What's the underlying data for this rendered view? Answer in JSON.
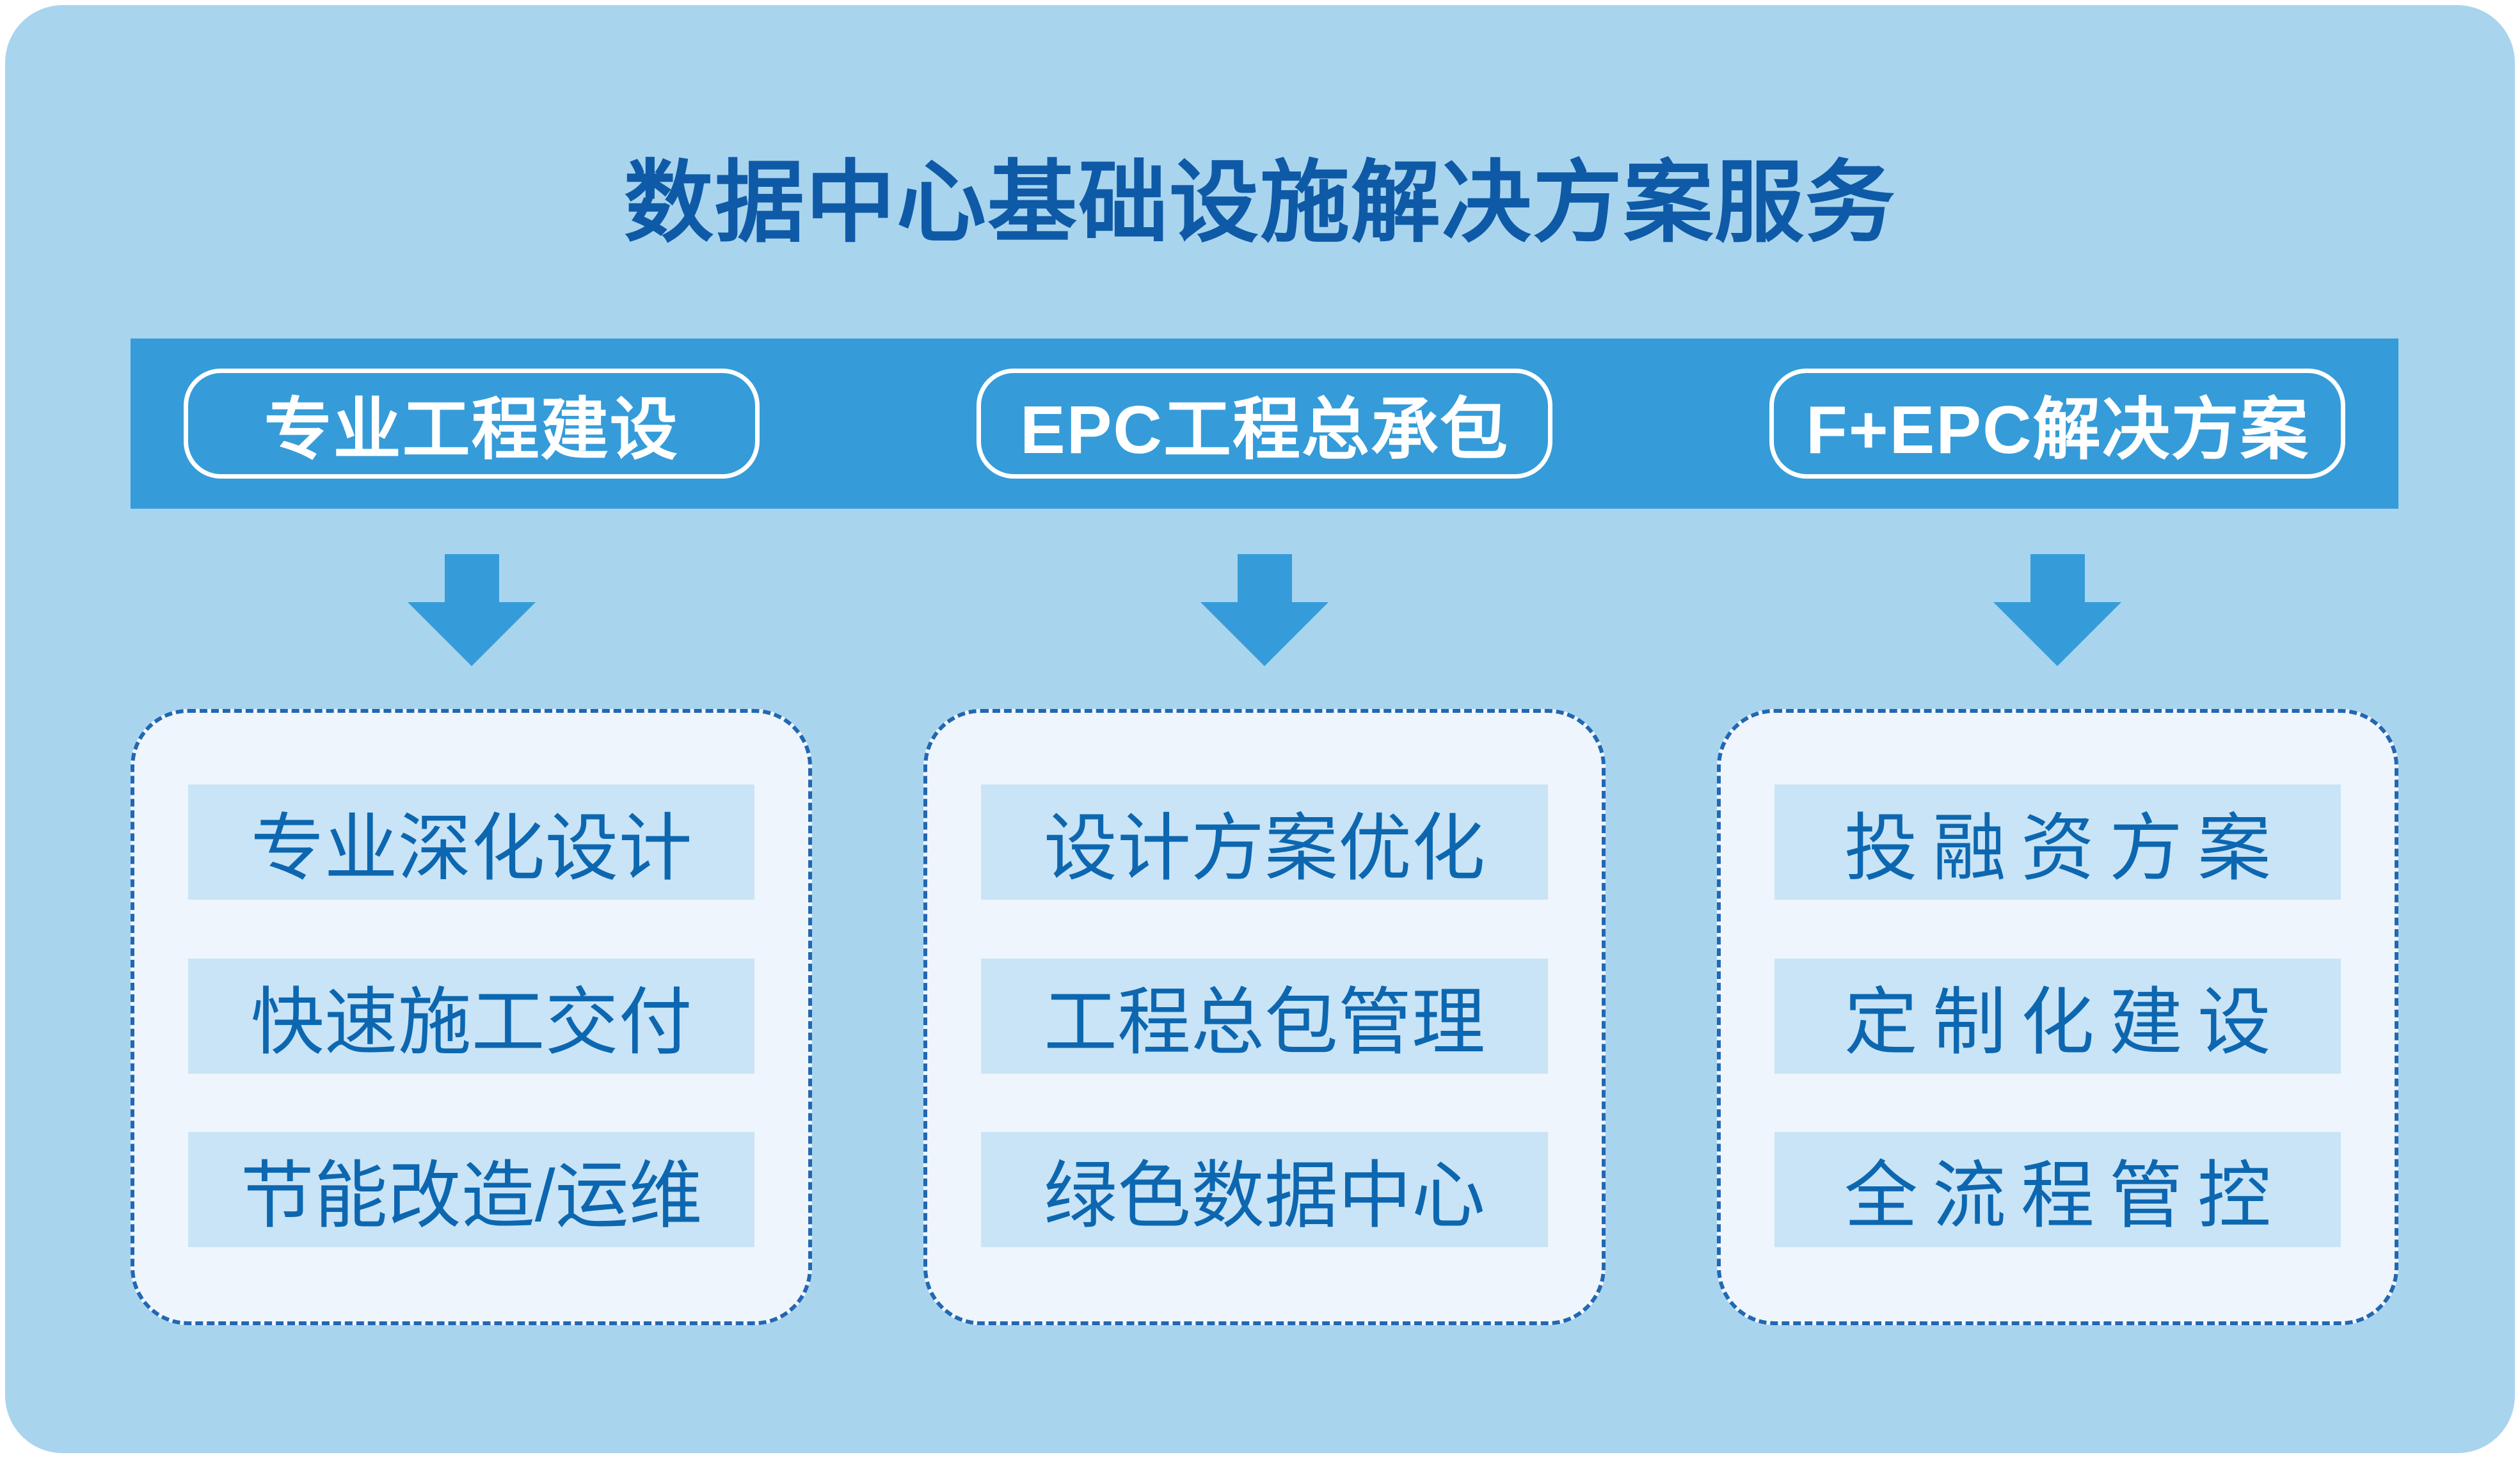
{
  "title": "数据中心基础设施解决方案服务",
  "columns": [
    {
      "header": "专业工程建设",
      "items": [
        "专业深化设计",
        "快速施工交付",
        "节能改造/运维"
      ]
    },
    {
      "header": "EPC工程总承包",
      "items": [
        "设计方案优化",
        "工程总包管理",
        "绿色数据中心"
      ]
    },
    {
      "header": "F+EPC解决方案",
      "items": [
        "投融资方案",
        "定制化建设",
        "全流程管控"
      ]
    }
  ],
  "icons": {
    "arrow": "block-arrow-down-icon"
  },
  "colors": {
    "page_bg": "#ffffff",
    "panel_bg": "#a9d4ee",
    "bar_bg": "#359cd9",
    "arrow": "#359cd9",
    "pill_border": "#ffffff",
    "pill_text": "#ffffff",
    "card_bg": "#eef5fc",
    "card_border": "#2267b2",
    "item_bg": "#c9e4f6",
    "item_text": "#0d67b0",
    "title_text": "#0e5aa7"
  }
}
